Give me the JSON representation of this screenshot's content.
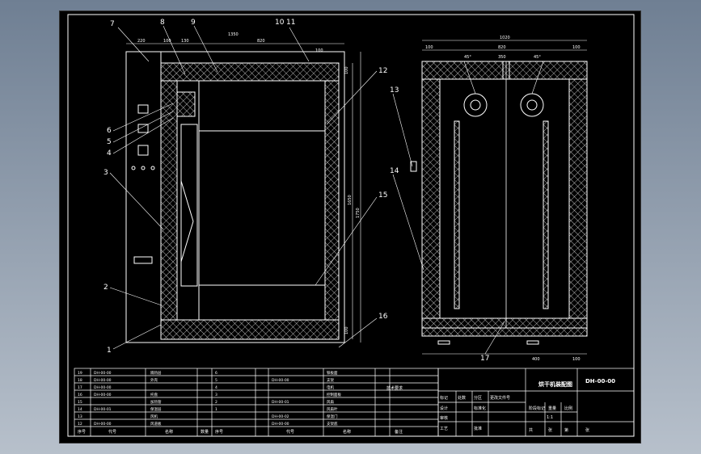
{
  "colors": {
    "background": "#000000",
    "line": "#ffffff",
    "hatch": "#ffffff",
    "canvas": "#7f8ea0"
  },
  "front_view": {
    "balloons": [
      "7",
      "8",
      "9",
      "10",
      "11",
      "6",
      "5",
      "4",
      "3",
      "2",
      "1",
      "12",
      "15",
      "16"
    ],
    "dims_top": [
      "220",
      "100",
      "130",
      "1350",
      "820",
      "100"
    ],
    "dims_right": [
      "100",
      "1650",
      "1750",
      "100"
    ]
  },
  "side_view": {
    "balloons": [
      "13",
      "14",
      "17"
    ],
    "dims_top": [
      "1020",
      "100",
      "820",
      "100"
    ],
    "dims_inner": [
      "350",
      "45°",
      "45°"
    ],
    "dims_bottom": [
      "400",
      "100"
    ]
  },
  "parts_table": {
    "rows": [
      {
        "no": "19",
        "code": "DH-00-00",
        "name": "隔热层",
        "qty": "",
        "no2": "6",
        "code2": "",
        "name2": "铁板面"
      },
      {
        "no": "18",
        "code": "DH-00-00",
        "name": "外壳",
        "qty": "",
        "no2": "5",
        "code2": "DH-00-00",
        "name2": "支架"
      },
      {
        "no": "17",
        "code": "DH-00-00",
        "name": "",
        "qty": "",
        "no2": "4",
        "code2": "",
        "name2": "电机"
      },
      {
        "no": "16",
        "code": "DH-00-00",
        "name": "托盘",
        "qty": "",
        "no2": "3",
        "code2": "",
        "name2": "控制面板"
      },
      {
        "no": "15",
        "code": "",
        "name": "加热管",
        "qty": "",
        "no2": "2",
        "code2": "DH-00-01",
        "name2": "风扇"
      },
      {
        "no": "14",
        "code": "DH-00-01",
        "name": "保温层",
        "qty": "",
        "no2": "1",
        "code2": "",
        "name2": "风扇叶"
      },
      {
        "no": "13",
        "code": "",
        "name": "风机",
        "qty": "",
        "no2": "",
        "code2": "DH-00-02",
        "name2": "保温门"
      },
      {
        "no": "12",
        "code": "DH-00-00",
        "name": "风道板",
        "qty": "",
        "no2": "",
        "code2": "DH-00-00",
        "name2": "支架底"
      }
    ],
    "footer": [
      "序号",
      "代号",
      "名称",
      "数量",
      "序号",
      "代号",
      "名称",
      "备注"
    ]
  },
  "title_block": {
    "drawing_no": "DH-00-00",
    "labels": [
      "标记",
      "处数",
      "分区",
      "更改文件号",
      "签名",
      "年月日",
      "设计",
      "标准化",
      "审核",
      "工艺",
      "批准",
      "阶段标记",
      "重量",
      "比例",
      "共",
      "张",
      "第",
      "张"
    ],
    "title": "烘干机装配图",
    "scale": "1:1",
    "notes": "技术要求"
  }
}
